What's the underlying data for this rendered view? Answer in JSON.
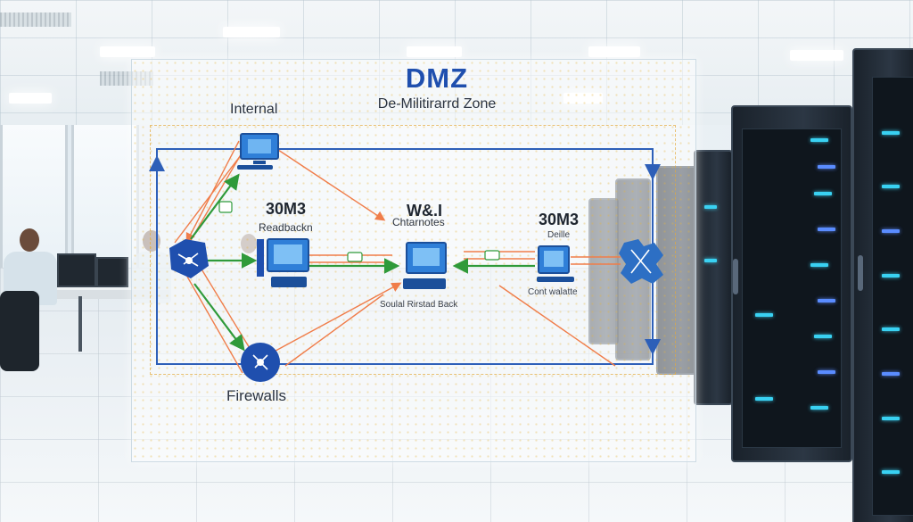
{
  "diagram": {
    "title": "DMZ",
    "subtitle": "De-Militirarrd Zone",
    "nodes": {
      "internal": {
        "label": "Internal",
        "icon": "workstation-icon"
      },
      "left_server": {
        "heading": "30M3",
        "label": "Readbackn",
        "icon": "server-icon"
      },
      "center_server": {
        "heading": "W&.I",
        "label": "Chtarnotes",
        "caption": "Soulal Rirstad Back",
        "icon": "server-icon"
      },
      "right_server": {
        "heading": "30M3",
        "label": "Deille",
        "caption": "Cont walatte",
        "icon": "server-icon"
      },
      "left_hub": {
        "icon": "network-hub-icon"
      },
      "right_hub": {
        "icon": "puzzle-network-icon"
      },
      "firewalls": {
        "label": "Firewalls",
        "icon": "firewall-icon"
      }
    },
    "colors": {
      "accent": "#1f4fae",
      "flow_green": "#2f9a3a",
      "flow_orange": "#f07d4a",
      "border_blue": "#2d5fb8"
    }
  }
}
